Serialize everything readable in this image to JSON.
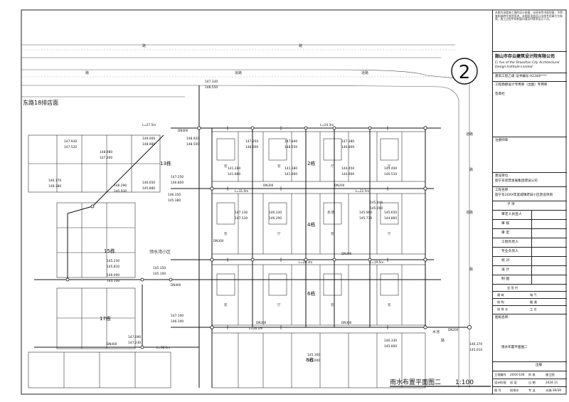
{
  "drawing": {
    "title": "雨水布置平面图二",
    "scale": "1:100",
    "sheet_marker": "2",
    "area_label": "东路18排店面",
    "community_label": "领水湾小区",
    "streets": [
      "路",
      "路",
      "路",
      "道路",
      "道路",
      "道路",
      "道路"
    ],
    "buildings": [
      {
        "id": "b13",
        "label": "13栋"
      },
      {
        "id": "b2",
        "label": "2栋"
      },
      {
        "id": "b4",
        "label": "4栋"
      },
      {
        "id": "b15",
        "label": "15栋"
      },
      {
        "id": "b6",
        "label": "6栋"
      },
      {
        "id": "b17",
        "label": "17栋"
      },
      {
        "id": "b8",
        "label": "8栋"
      }
    ],
    "elevations": [
      "147.330",
      "148.550",
      "147.930",
      "147.520",
      "148.980",
      "147.300",
      "149.000",
      "148.980",
      "148.920",
      "148.500",
      "147.950",
      "148.600",
      "147.840",
      "148.550",
      "147.380",
      "146.800",
      "141.280",
      "141.880",
      "141.380",
      "141.960",
      "144.450",
      "144.900",
      "145.400",
      "146.510",
      "146.170",
      "148.380",
      "147.250",
      "146.800",
      "146.650",
      "145.880",
      "145.840",
      "145.000",
      "146.290",
      "145.930",
      "146.350",
      "145.380",
      "147.230",
      "147.530",
      "146.330",
      "146.290",
      "145.960",
      "145.770",
      "145.650",
      "144.860",
      "145.230",
      "145.810",
      "146.000",
      "145.150",
      "145.350",
      "145.100",
      "147.100",
      "146.100",
      "147.090",
      "147.230",
      "145.160",
      "145.000",
      "146.330",
      "145.800",
      "146.370",
      "145.010"
    ],
    "pipe_labels": [
      "DN400",
      "DN300",
      "DN200",
      "DN300",
      "DN400",
      "DN300",
      "DN200",
      "DN300",
      "DN400",
      "DN200"
    ],
    "slope_labels": [
      "L=27.5m",
      "L=24.3m",
      "L=31.0m",
      "L=22.5m",
      "L=28.3m",
      "L=19.5m",
      "L=26.1m",
      "L=18.5m"
    ],
    "courtyard_labels": [
      "客",
      "客",
      "厅",
      "厅",
      "客",
      "厅",
      "客",
      "厅",
      "客",
      "厅",
      "客",
      "客"
    ],
    "water_labels": [
      "水池",
      "水池"
    ],
    "road_side_labels": [
      "路",
      "路",
      "路"
    ]
  },
  "title_block": {
    "notes": "本图为深度施工图的设计依据，未经本院书面同意，不得复制或转作其他用途。本图纸须盖设计出图专用章方为有效，施工过程中如有疑问请及时联系设计人员。",
    "company_cn": "韶山市存云建筑设计院有限公司",
    "company_en": "Ci Yun of the Shaoshan City Architectural Design Institute Limited",
    "qualification": "建筑工程乙级    证书编号:A2348****",
    "stamp_label": "工程勘察设计专用章（出图）专用章",
    "seal_label": "签章栏",
    "registered_label": "注册师章",
    "client_label": "建设单位",
    "client_value": "韶宁东思营发展集团建设公司",
    "project_label": "工程名称",
    "project_value": "韶宁东20XX年度城镇老旧小区改造项目",
    "sheet_table_header": "子    项",
    "rows": [
      {
        "k": "审定人员签人",
        "v": ""
      },
      {
        "k": "审    核",
        "v": ""
      },
      {
        "k": "审    定",
        "v": ""
      },
      {
        "k": "工程负责人",
        "v": ""
      },
      {
        "k": "专业负责人",
        "v": ""
      },
      {
        "k": "校    对",
        "v": ""
      },
      {
        "k": "设    计",
        "v": ""
      },
      {
        "k": "制    图",
        "v": ""
      }
    ],
    "discipline_header": "会  签  栏",
    "discipline_rows": [
      {
        "a": "建    筑",
        "b": "电    气"
      },
      {
        "a": "结    构",
        "b": "暖    通"
      },
      {
        "a": "给  排  水",
        "b": "工    艺"
      }
    ],
    "drawing_name_label": "图纸名称：",
    "drawing_name_value": "雨水布置平面图二",
    "remark_label": "出版",
    "footer": [
      {
        "k": "工程编号",
        "v": "20XX-106",
        "k2": "阶   段",
        "v2": "施工图"
      },
      {
        "k": "设计阶段",
        "v": "初 设",
        "k2": "日   期",
        "v2": "2024.11"
      },
      {
        "k": "图    号",
        "v": "给排水",
        "k2": "专   业",
        "v2": "水施-39/39"
      }
    ]
  }
}
